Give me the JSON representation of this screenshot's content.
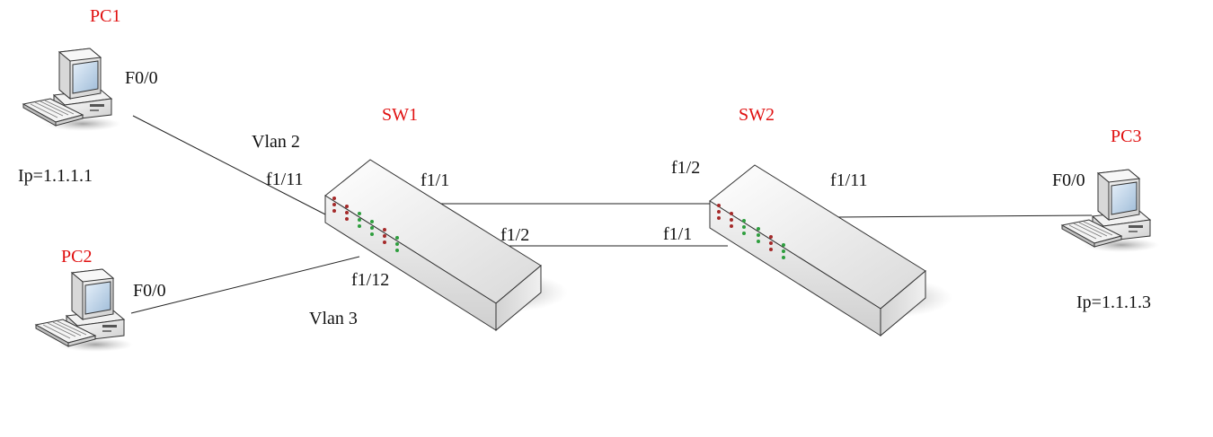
{
  "diagram": {
    "colors": {
      "device_label": "#e01010",
      "text": "#111111",
      "link": "#222222",
      "switch_body": "#e6e6e6",
      "screen": "#c8dcef",
      "led_red": "#a52a2a",
      "led_green": "#2e9e3e"
    },
    "devices": {
      "pc1": {
        "name": "PC1",
        "port": "F0/0",
        "ip": "Ip=1.1.1.1",
        "icon": "desktop-computer-icon"
      },
      "pc2": {
        "name": "PC2",
        "port": "F0/0",
        "icon": "desktop-computer-icon"
      },
      "pc3": {
        "name": "PC3",
        "port": "F0/0",
        "ip": "Ip=1.1.1.3",
        "icon": "desktop-computer-icon"
      },
      "sw1": {
        "name": "SW1",
        "icon": "network-switch-icon"
      },
      "sw2": {
        "name": "SW2",
        "icon": "network-switch-icon"
      }
    },
    "ports": {
      "sw1_f1_11": "f1/11",
      "sw1_f1_12": "f1/12",
      "sw1_f1_1": "f1/1",
      "sw1_f1_2": "f1/2",
      "sw2_f1_2": "f1/2",
      "sw2_f1_1": "f1/1",
      "sw2_f1_11": "f1/11"
    },
    "vlans": {
      "vlan2": "Vlan 2",
      "vlan3": "Vlan 3"
    }
  }
}
